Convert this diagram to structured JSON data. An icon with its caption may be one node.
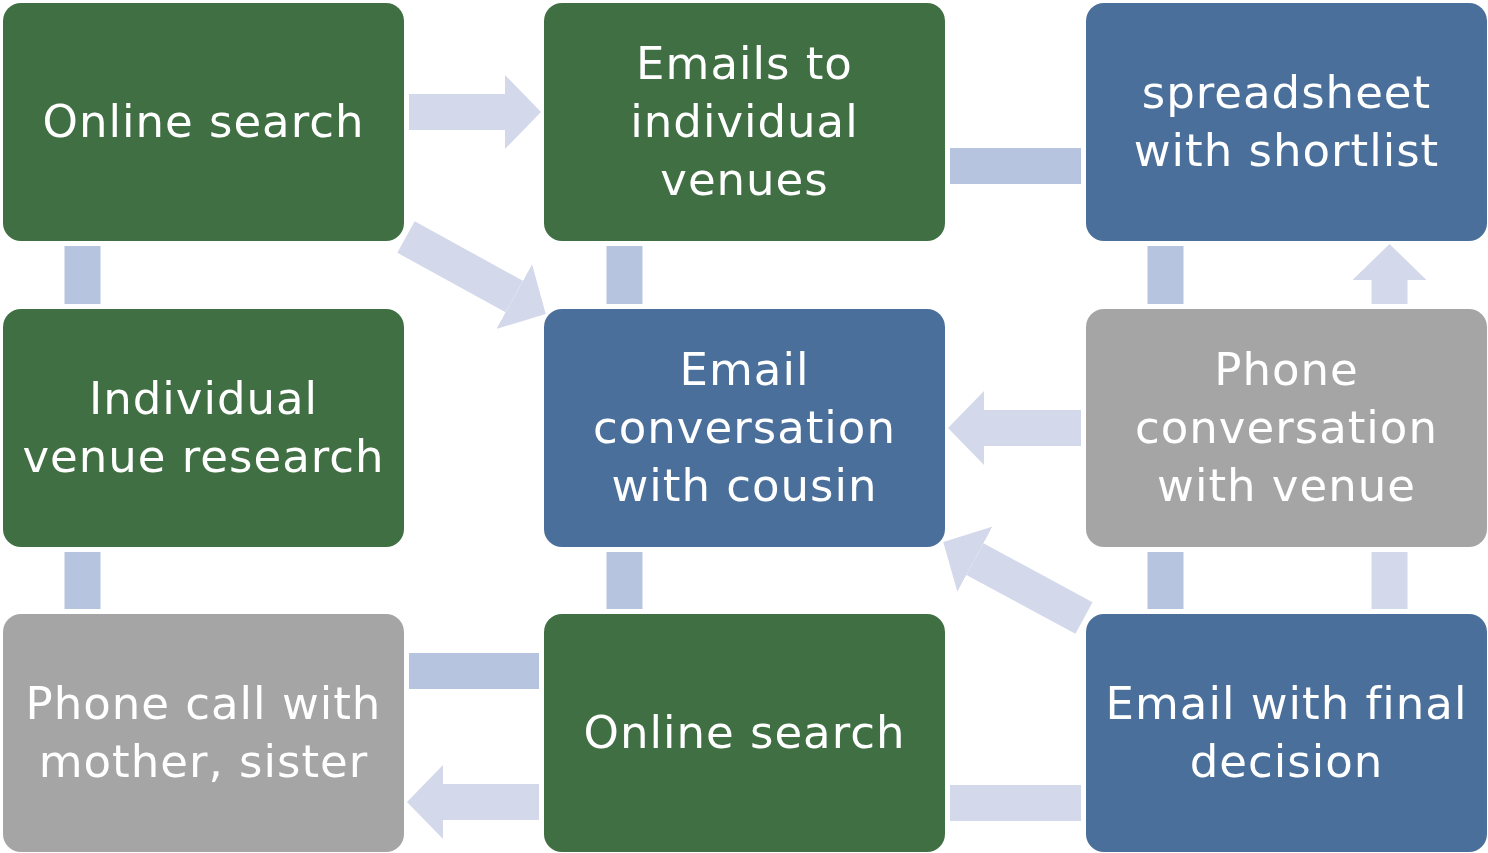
{
  "diagram": {
    "nodes": [
      {
        "text": [
          "Online search"
        ]
      },
      {
        "text": [
          "Emails to individual venues"
        ]
      },
      {
        "text": [
          "spreadsheet with shortlist"
        ]
      },
      {
        "text": [
          "Individual venue research"
        ]
      },
      {
        "text": [
          "Email conversation with cousin"
        ]
      },
      {
        "text": [
          "Phone conversation with venue"
        ]
      },
      {
        "text": [
          "Phone call with mother, sister"
        ]
      },
      {
        "text": [
          "Online search"
        ]
      },
      {
        "text": [
          "Email with final decision"
        ]
      }
    ],
    "edges": [
      {
        "from": 0,
        "to": 1,
        "arrow": "to",
        "color": "#d3d9ea"
      },
      {
        "from": 0,
        "to": 4,
        "arrow": "to",
        "color": "#d3d9ea"
      },
      {
        "from": 1,
        "to": 2,
        "arrow": "none"
      },
      {
        "from": 0,
        "to": 3,
        "arrow": "none"
      },
      {
        "from": 1,
        "to": 4,
        "arrow": "none"
      },
      {
        "from": 2,
        "to": 5,
        "arrow": "none"
      },
      {
        "from": 5,
        "to": 2,
        "arrow": "to",
        "color": "#d3d9ea"
      },
      {
        "from": 5,
        "to": 4,
        "arrow": "to",
        "color": "#d3d9ea"
      },
      {
        "from": 3,
        "to": 6,
        "arrow": "none"
      },
      {
        "from": 4,
        "to": 7,
        "arrow": "none"
      },
      {
        "from": 5,
        "to": 8,
        "arrow": "none"
      },
      {
        "from": 5,
        "to": 8,
        "arrow": "none",
        "color": "#d3d9ea"
      },
      {
        "from": 8,
        "to": 4,
        "arrow": "to",
        "color": "#d3d9ea"
      },
      {
        "from": 6,
        "to": 7,
        "arrow": "none"
      },
      {
        "from": 7,
        "to": 6,
        "arrow": "to",
        "color": "#d3d9ea"
      },
      {
        "from": 7,
        "to": 8,
        "arrow": "none",
        "color": "#d3d9ea"
      }
    ]
  }
}
